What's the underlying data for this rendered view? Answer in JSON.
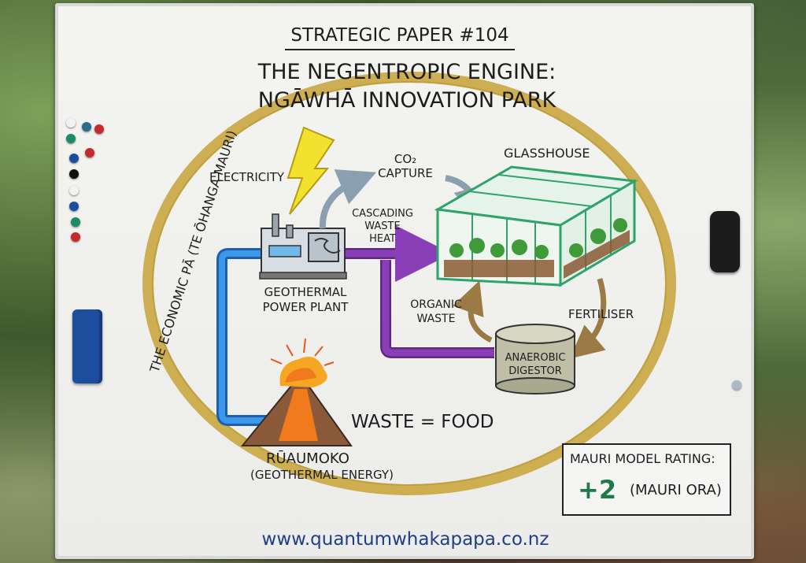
{
  "board": {
    "title_line1": "STRATEGIC PAPER #104",
    "title_line2": "THE NEGENTROPIC ENGINE:",
    "title_line3": "NGĀWHĀ INNOVATION PARK",
    "cycle_label": "THE ECONOMIC PĀ (TE ŌHANGA MAURI)",
    "url": "www.quantumwhakapapa.co.nz"
  },
  "nodes": {
    "electricity": "ELECTRICITY",
    "co2_line1": "CO₂",
    "co2_line2": "CAPTURE",
    "glasshouse": "GLASSHOUSE",
    "cascading_line1": "CASCADING",
    "cascading_line2": "WASTE",
    "cascading_line3": "HEAT",
    "plant_line1": "GEOTHERMAL",
    "plant_line2": "POWER PLANT",
    "organic_line1": "ORGANIC",
    "organic_line2": "WASTE",
    "fertiliser": "FERTILISER",
    "digestor_line1": "ANAEROBIC",
    "digestor_line2": "DIGESTOR",
    "waste_food": "WASTE = FOOD",
    "volcano_line1": "RŪAUMOKO",
    "volcano_line2": "(GEOTHERMAL ENERGY)"
  },
  "rating": {
    "label": "MAURI MODEL RATING:",
    "value": "+2",
    "descriptor": "(MAURI ORA)"
  },
  "colors": {
    "ring": "#c9a640",
    "heat_pipe": "#8a3fb8",
    "water_pipe": "#2a7fd6",
    "bolt": "#f3e12f",
    "arrow_grey": "#8aa0b0",
    "arrow_brown": "#9b7a45",
    "glass": "#2fa36b",
    "lava": "#f07a1c",
    "rating_green": "#1f7a4a",
    "url_blue": "#1f3d8a"
  }
}
